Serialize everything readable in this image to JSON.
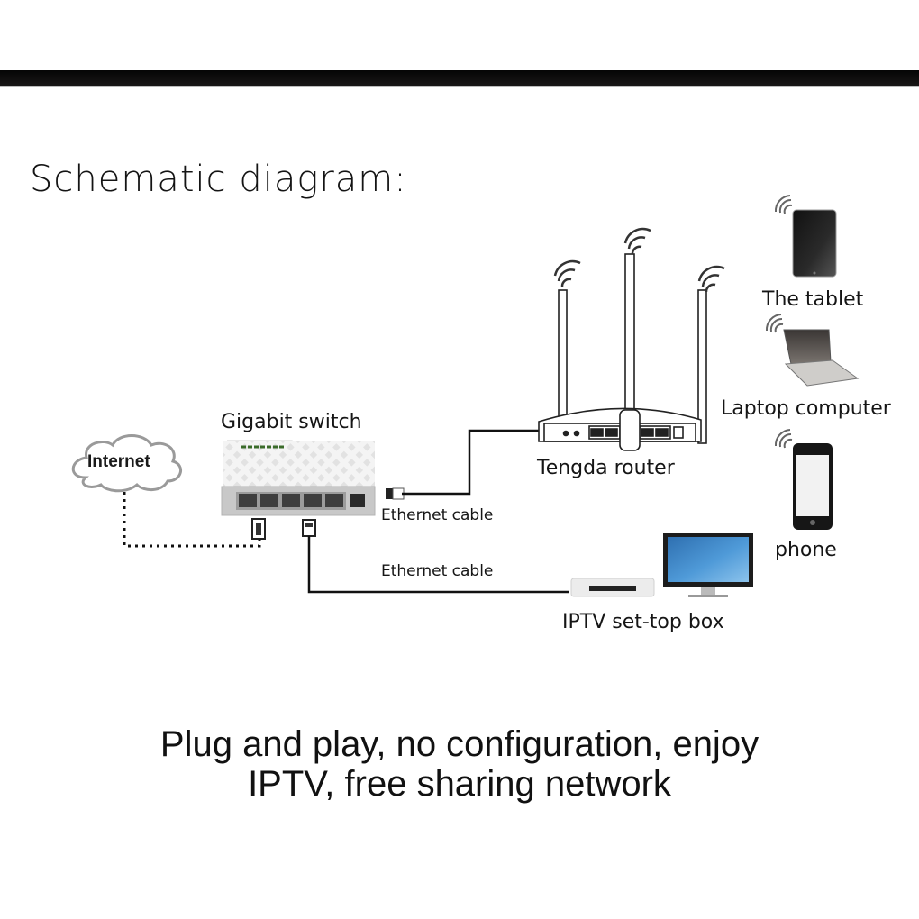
{
  "header": {
    "title": "Schematic diagram:"
  },
  "nodes": {
    "internet": {
      "label": "Internet",
      "icon": "cloud-icon"
    },
    "switch": {
      "label": "Gigabit switch",
      "icon": "switch-icon",
      "port_count": 5
    },
    "router": {
      "label": "Tengda router",
      "icon": "router-icon",
      "antenna_count": 3
    },
    "tablet": {
      "label": "The tablet",
      "icon": "tablet-icon"
    },
    "laptop": {
      "label": "Laptop computer",
      "icon": "laptop-icon"
    },
    "phone": {
      "label": "phone",
      "icon": "phone-icon"
    },
    "iptv": {
      "label": "IPTV set-top box",
      "icon": "set-top-box-icon",
      "display_icon": "tv-icon"
    }
  },
  "connections": [
    {
      "from": "internet",
      "to": "switch",
      "style": "dotted",
      "label": ""
    },
    {
      "from": "switch",
      "to": "router",
      "style": "solid",
      "label": "Ethernet cable"
    },
    {
      "from": "switch",
      "to": "iptv",
      "style": "solid",
      "label": "Ethernet cable"
    },
    {
      "from": "router",
      "to": "tablet",
      "style": "wireless",
      "label": ""
    },
    {
      "from": "router",
      "to": "laptop",
      "style": "wireless",
      "label": ""
    },
    {
      "from": "router",
      "to": "phone",
      "style": "wireless",
      "label": ""
    }
  ],
  "footer": {
    "line1": "Plug and play, no configuration, enjoy",
    "line2": "IPTV, free sharing network"
  },
  "colors": {
    "bar": "#0a0808",
    "text": "#141414",
    "tv_screen": "#3f86c8",
    "switch_led": "#3a6b2a"
  }
}
